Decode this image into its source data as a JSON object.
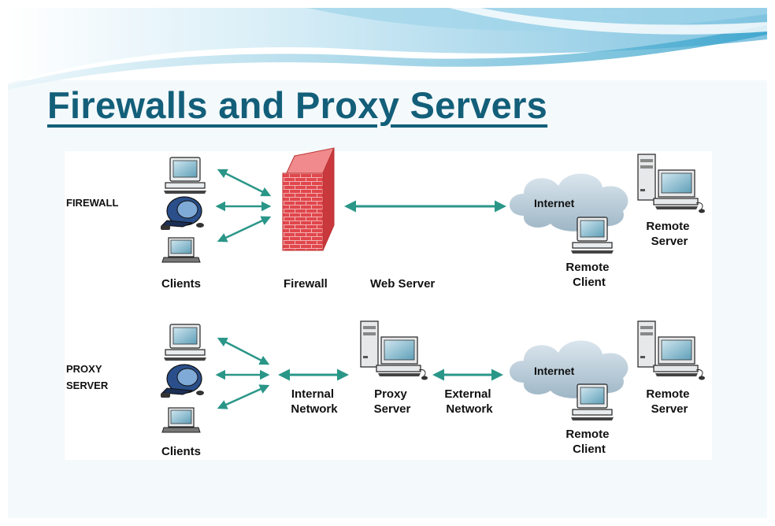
{
  "title": "Firewalls and Proxy Servers",
  "colors": {
    "title": "#135f7a",
    "arrow": "#2a9688",
    "cloud": "#b8cad6",
    "brick": "#e0474c",
    "wave_dark": "#2f9fc9",
    "wave_light": "#bfe3f2"
  },
  "firewall_section": {
    "label": "FIREWALL",
    "clients_label": "Clients",
    "firewall_label": "Firewall",
    "web_server_label": "Web Server",
    "internet_label": "Internet",
    "remote_client_label": [
      "Remote",
      "Client"
    ],
    "remote_server_label": [
      "Remote",
      "Server"
    ]
  },
  "proxy_section": {
    "label": [
      "PROXY",
      "SERVER"
    ],
    "clients_label": "Clients",
    "internal_network_label": [
      "Internal",
      "Network"
    ],
    "proxy_server_label": [
      "Proxy",
      "Server"
    ],
    "external_network_label": [
      "External",
      "Network"
    ],
    "internet_label": "Internet",
    "remote_client_label": [
      "Remote",
      "Client"
    ],
    "remote_server_label": [
      "Remote",
      "Server"
    ]
  },
  "icons": [
    "desktop-computer-icon",
    "mouse-shaped-computer-icon",
    "laptop-icon",
    "brick-wall-icon",
    "cloud-icon",
    "tower-server-icon"
  ]
}
